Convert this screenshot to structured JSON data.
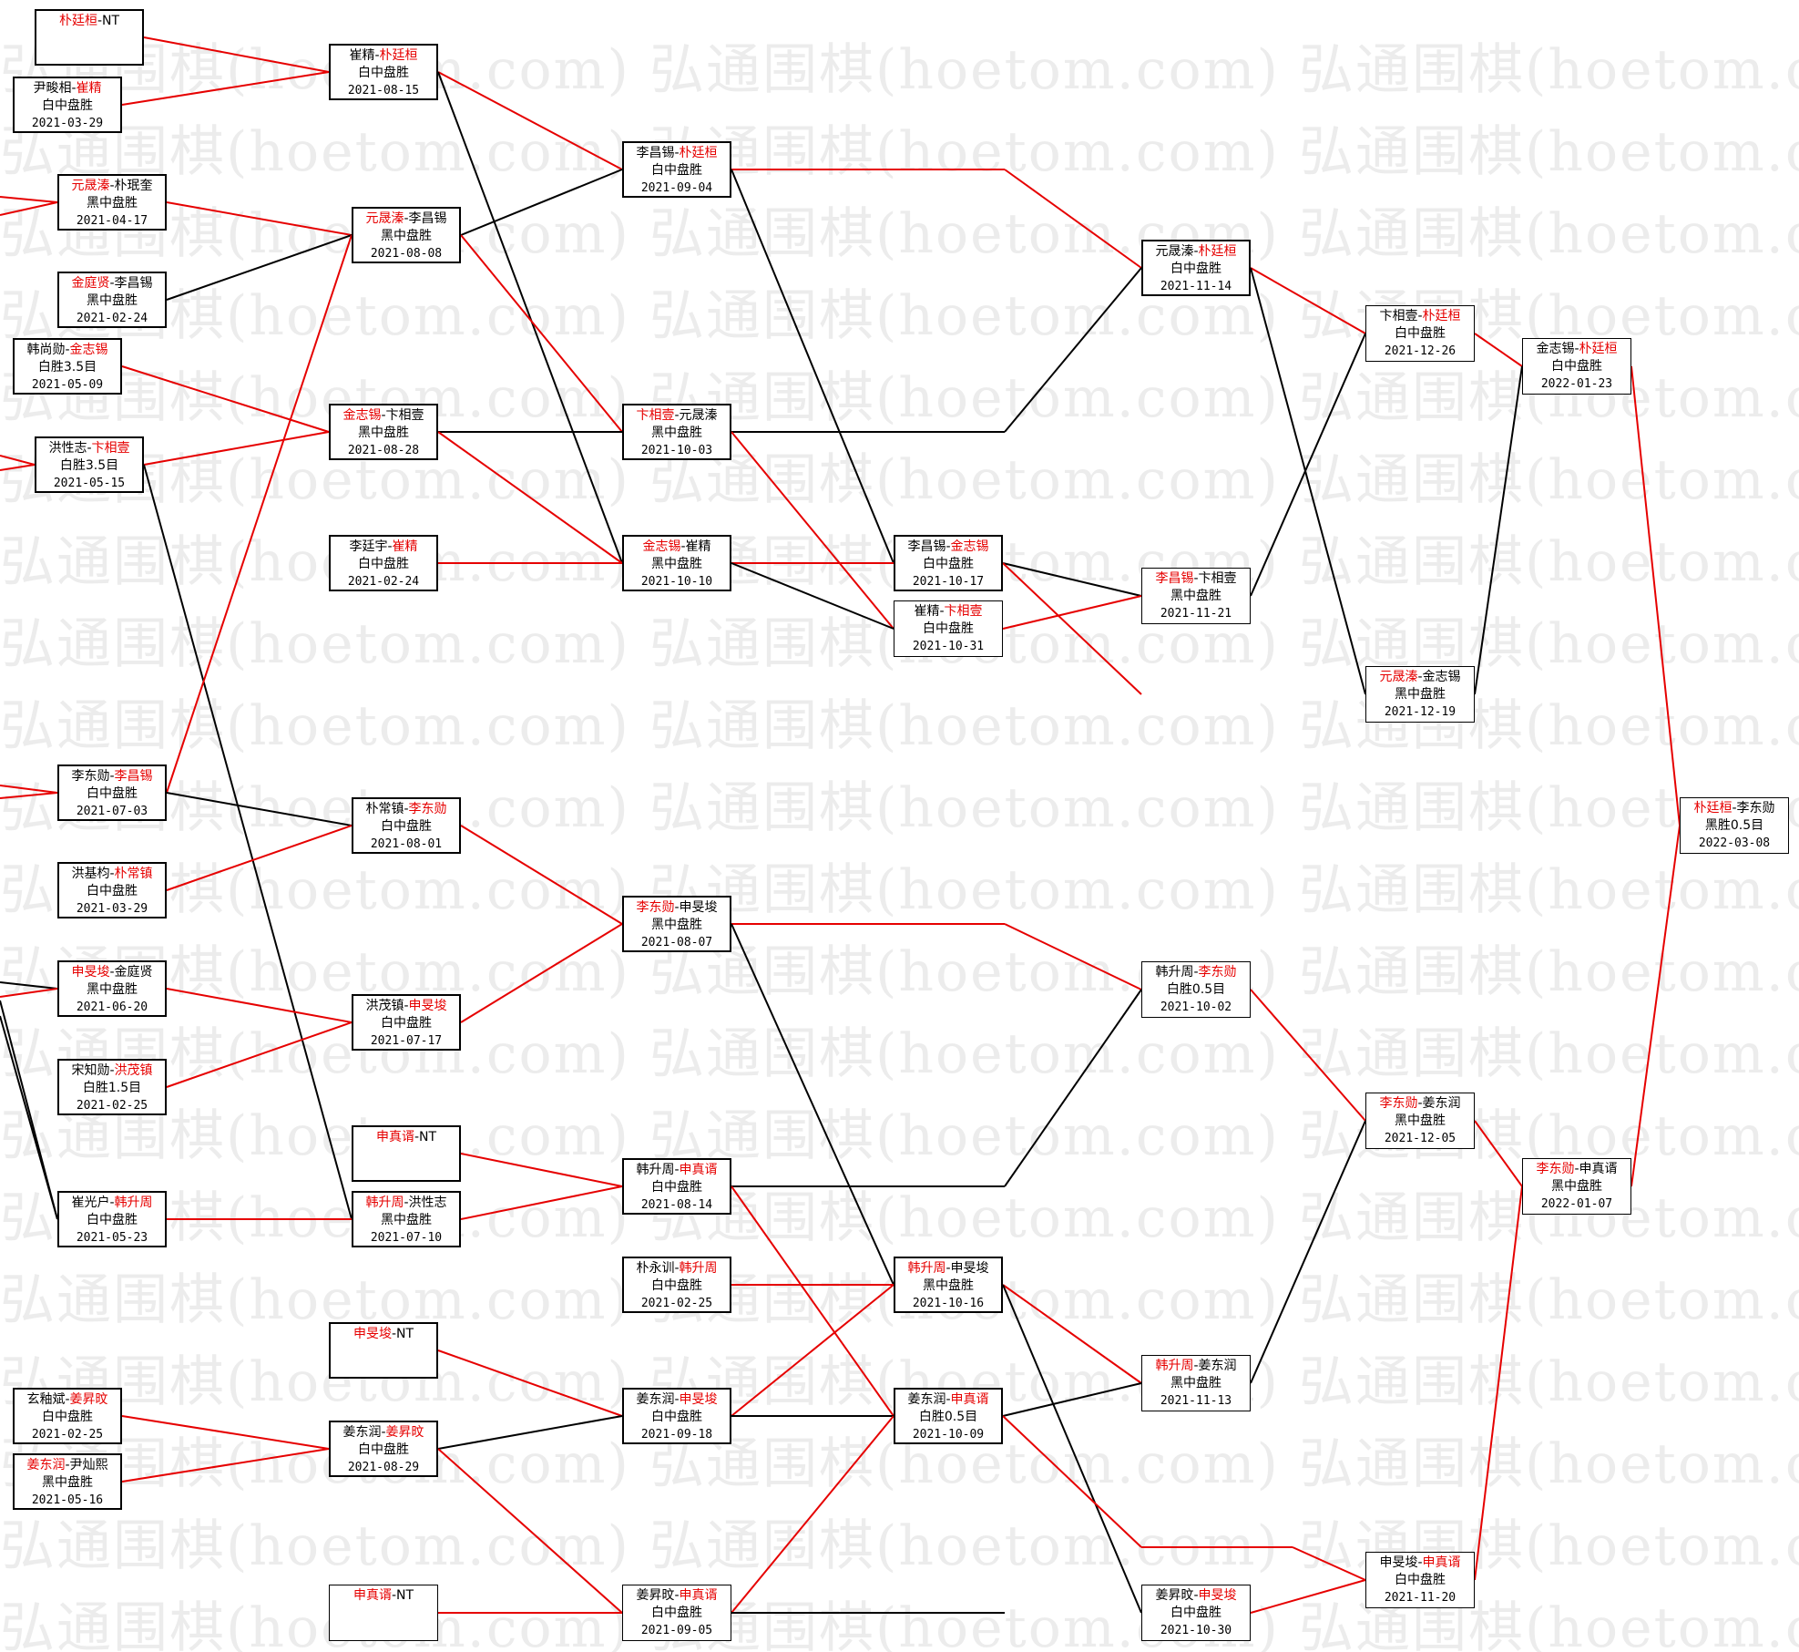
{
  "watermark": "弘通围棋(hoetom.com) 弘通围棋(hoetom.com) 弘通围棋(hoetom.com)",
  "colors": {
    "winner": "#e60000",
    "loser": "#000000"
  },
  "nodes": {
    "n01": {
      "p1": "朴廷桓",
      "p2": "NT",
      "winner": 1,
      "result": "",
      "date": ""
    },
    "n02": {
      "p1": "尹畯相",
      "p2": "崔精",
      "winner": 2,
      "result": "白中盘胜",
      "date": "2021-03-29"
    },
    "n03": {
      "p1": "元晟溱",
      "p2": "朴珉奎",
      "winner": 1,
      "result": "黑中盘胜",
      "date": "2021-04-17"
    },
    "n04": {
      "p1": "金庭贤",
      "p2": "李昌锡",
      "winner": 1,
      "result": "黑中盘胜",
      "date": "2021-02-24"
    },
    "n05": {
      "p1": "韩尚勋",
      "p2": "金志锡",
      "winner": 2,
      "result": "白胜3.5目",
      "date": "2021-05-09"
    },
    "n06": {
      "p1": "洪性志",
      "p2": "卞相壹",
      "winner": 2,
      "result": "白胜3.5目",
      "date": "2021-05-15"
    },
    "n07": {
      "p1": "李东勋",
      "p2": "李昌锡",
      "winner": 2,
      "result": "白中盘胜",
      "date": "2021-07-03"
    },
    "n08": {
      "p1": "洪基枃",
      "p2": "朴常镇",
      "winner": 2,
      "result": "白中盘胜",
      "date": "2021-03-29"
    },
    "n09": {
      "p1": "申旻埈",
      "p2": "金庭贤",
      "winner": 1,
      "result": "黑中盘胜",
      "date": "2021-06-20"
    },
    "n10": {
      "p1": "宋知勋",
      "p2": "洪茂镇",
      "winner": 2,
      "result": "白胜1.5目",
      "date": "2021-02-25"
    },
    "n11": {
      "p1": "崔光户",
      "p2": "韩升周",
      "winner": 2,
      "result": "白中盘胜",
      "date": "2021-05-23"
    },
    "n12": {
      "p1": "玄釉斌",
      "p2": "姜昇旼",
      "winner": 2,
      "result": "白中盘胜",
      "date": "2021-02-25"
    },
    "n13": {
      "p1": "姜东润",
      "p2": "尹灿熙",
      "winner": 1,
      "result": "黑中盘胜",
      "date": "2021-05-16"
    },
    "n14": {
      "p1": "崔精",
      "p2": "朴廷桓",
      "winner": 2,
      "result": "白中盘胜",
      "date": "2021-08-15"
    },
    "n15": {
      "p1": "元晟溱",
      "p2": "李昌锡",
      "winner": 1,
      "result": "黑中盘胜",
      "date": "2021-08-08"
    },
    "n16": {
      "p1": "金志锡",
      "p2": "卞相壹",
      "winner": 1,
      "result": "黑中盘胜",
      "date": "2021-08-28"
    },
    "n17": {
      "p1": "李廷宇",
      "p2": "崔精",
      "winner": 2,
      "result": "白中盘胜",
      "date": "2021-02-24"
    },
    "n18": {
      "p1": "朴常镇",
      "p2": "李东勋",
      "winner": 2,
      "result": "白中盘胜",
      "date": "2021-08-01"
    },
    "n19": {
      "p1": "洪茂镇",
      "p2": "申旻埈",
      "winner": 2,
      "result": "白中盘胜",
      "date": "2021-07-17"
    },
    "n20": {
      "p1": "申真谞",
      "p2": "NT",
      "winner": 1,
      "result": "",
      "date": ""
    },
    "n21": {
      "p1": "韩升周",
      "p2": "洪性志",
      "winner": 1,
      "result": "黑中盘胜",
      "date": "2021-07-10"
    },
    "n22": {
      "p1": "申旻埈",
      "p2": "NT",
      "winner": 1,
      "result": "",
      "date": ""
    },
    "n23": {
      "p1": "姜东润",
      "p2": "姜昇旼",
      "winner": 2,
      "result": "白中盘胜",
      "date": "2021-08-29"
    },
    "n24": {
      "p1": "申真谞",
      "p2": "NT",
      "winner": 1,
      "result": "",
      "date": ""
    },
    "n25": {
      "p1": "李昌锡",
      "p2": "朴廷桓",
      "winner": 2,
      "result": "白中盘胜",
      "date": "2021-09-04"
    },
    "n26": {
      "p1": "卞相壹",
      "p2": "元晟溱",
      "winner": 1,
      "result": "黑中盘胜",
      "date": "2021-10-03"
    },
    "n27": {
      "p1": "金志锡",
      "p2": "崔精",
      "winner": 1,
      "result": "黑中盘胜",
      "date": "2021-10-10"
    },
    "n28": {
      "p1": "李东勋",
      "p2": "申旻埈",
      "winner": 1,
      "result": "黑中盘胜",
      "date": "2021-08-07"
    },
    "n29": {
      "p1": "韩升周",
      "p2": "申真谞",
      "winner": 2,
      "result": "白中盘胜",
      "date": "2021-08-14"
    },
    "n30": {
      "p1": "朴永训",
      "p2": "韩升周",
      "winner": 2,
      "result": "白中盘胜",
      "date": "2021-02-25"
    },
    "n31": {
      "p1": "姜东润",
      "p2": "申旻埈",
      "winner": 2,
      "result": "白中盘胜",
      "date": "2021-09-18"
    },
    "n32": {
      "p1": "姜昇旼",
      "p2": "申真谞",
      "winner": 2,
      "result": "白中盘胜",
      "date": "2021-09-05"
    },
    "n33": {
      "p1": "李昌锡",
      "p2": "金志锡",
      "winner": 2,
      "result": "白中盘胜",
      "date": "2021-10-17"
    },
    "n34": {
      "p1": "崔精",
      "p2": "卞相壹",
      "winner": 2,
      "result": "白中盘胜",
      "date": "2021-10-31"
    },
    "n35": {
      "p1": "韩升周",
      "p2": "申旻埈",
      "winner": 1,
      "result": "黑中盘胜",
      "date": "2021-10-16"
    },
    "n36": {
      "p1": "姜东润",
      "p2": "申真谞",
      "winner": 2,
      "result": "白胜0.5目",
      "date": "2021-10-09"
    },
    "n37": {
      "p1": "元晟溱",
      "p2": "朴廷桓",
      "winner": 2,
      "result": "白中盘胜",
      "date": "2021-11-14"
    },
    "n38": {
      "p1": "李昌锡",
      "p2": "卞相壹",
      "winner": 1,
      "result": "黑中盘胜",
      "date": "2021-11-21"
    },
    "n39": {
      "p1": "韩升周",
      "p2": "李东勋",
      "winner": 2,
      "result": "白胜0.5目",
      "date": "2021-10-02"
    },
    "n40": {
      "p1": "韩升周",
      "p2": "姜东润",
      "winner": 1,
      "result": "黑中盘胜",
      "date": "2021-11-13"
    },
    "n41": {
      "p1": "姜昇旼",
      "p2": "申旻埈",
      "winner": 2,
      "result": "白中盘胜",
      "date": "2021-10-30"
    },
    "n42": {
      "p1": "卞相壹",
      "p2": "朴廷桓",
      "winner": 2,
      "result": "白中盘胜",
      "date": "2021-12-26"
    },
    "n43": {
      "p1": "元晟溱",
      "p2": "金志锡",
      "winner": 1,
      "result": "黑中盘胜",
      "date": "2021-12-19"
    },
    "n44": {
      "p1": "李东勋",
      "p2": "姜东润",
      "winner": 1,
      "result": "黑中盘胜",
      "date": "2021-12-05"
    },
    "n45": {
      "p1": "申旻埈",
      "p2": "申真谞",
      "winner": 2,
      "result": "白中盘胜",
      "date": "2021-11-20"
    },
    "n46": {
      "p1": "金志锡",
      "p2": "朴廷桓",
      "winner": 2,
      "result": "白中盘胜",
      "date": "2022-01-23"
    },
    "n47": {
      "p1": "李东勋",
      "p2": "申真谞",
      "winner": 1,
      "result": "黑中盘胜",
      "date": "2022-01-07"
    },
    "n48": {
      "p1": "朴廷桓",
      "p2": "李东勋",
      "winner": 1,
      "result": "黑胜0.5目",
      "date": "2022-03-08"
    }
  }
}
